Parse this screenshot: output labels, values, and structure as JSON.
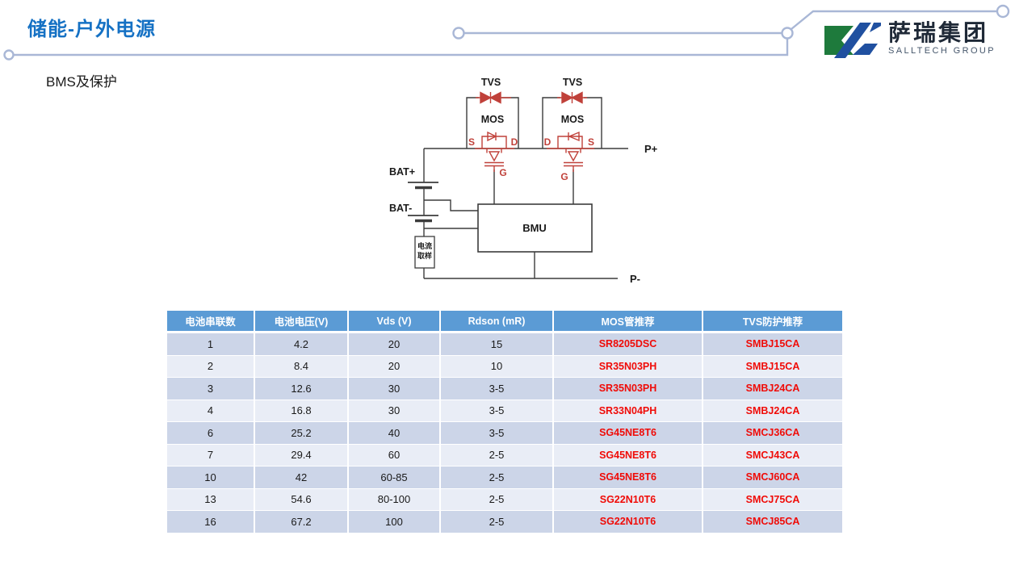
{
  "header": {
    "title": "储能-户外电源",
    "subtitle": "BMS及保护"
  },
  "logo": {
    "name_cn": "萨瑞集团",
    "name_en": "SALLTECH GROUP"
  },
  "colors": {
    "title_blue": "#1571c4",
    "connector_gray": "#a9b7d6",
    "circuit_red": "#c0413a",
    "table_header_blue": "#5b9bd5",
    "row_dark": "#ccd5e8",
    "row_light": "#e9edf6",
    "part_number_red": "#f00b07",
    "logo_green": "#1e7a3c",
    "logo_blue": "#2050a0"
  },
  "circuit": {
    "labels": {
      "tvs": "TVS",
      "mos": "MOS",
      "s": "S",
      "d": "D",
      "g": "G",
      "bat_plus": "BAT+",
      "bat_minus": "BAT-",
      "bmu": "BMU",
      "p_plus": "P+",
      "p_minus": "P-",
      "current_sample_lines": [
        "电流",
        "取样"
      ]
    }
  },
  "table": {
    "columns": [
      "电池串联数",
      "电池电压(V)",
      "Vds (V)",
      "Rdson (mR)",
      "MOS管推荐",
      "TVS防护推荐"
    ],
    "rows": [
      [
        "1",
        "4.2",
        "20",
        "15",
        "SR8205DSC",
        "SMBJ15CA"
      ],
      [
        "2",
        "8.4",
        "20",
        "10",
        "SR35N03PH",
        "SMBJ15CA"
      ],
      [
        "3",
        "12.6",
        "30",
        "3-5",
        "SR35N03PH",
        "SMBJ24CA"
      ],
      [
        "4",
        "16.8",
        "30",
        "3-5",
        "SR33N04PH",
        "SMBJ24CA"
      ],
      [
        "6",
        "25.2",
        "40",
        "3-5",
        "SG45NE8T6",
        "SMCJ36CA"
      ],
      [
        "7",
        "29.4",
        "60",
        "2-5",
        "SG45NE8T6",
        "SMCJ43CA"
      ],
      [
        "10",
        "42",
        "60-85",
        "2-5",
        "SG45NE8T6",
        "SMCJ60CA"
      ],
      [
        "13",
        "54.6",
        "80-100",
        "2-5",
        "SG22N10T6",
        "SMCJ75CA"
      ],
      [
        "16",
        "67.2",
        "100",
        "2-5",
        "SG22N10T6",
        "SMCJ85CA"
      ]
    ]
  }
}
